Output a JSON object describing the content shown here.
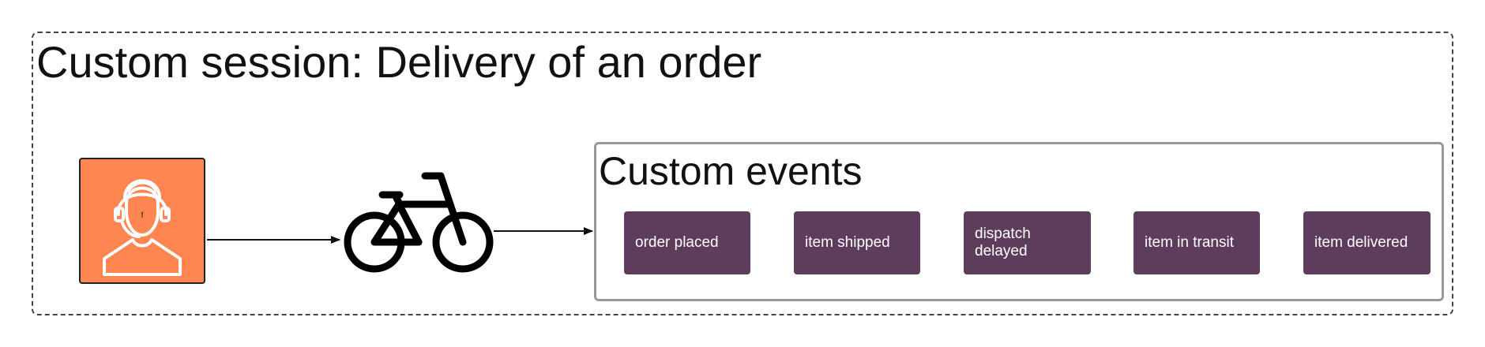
{
  "session": {
    "title": "Custom session: Delivery of an order"
  },
  "actor": {
    "icon": "user-headset-icon",
    "tile_color": "#ff8650"
  },
  "vehicle": {
    "icon": "bicycle-icon"
  },
  "events": {
    "title": "Custom events",
    "chip_color": "#5e3d5c",
    "items": [
      {
        "label": "order placed"
      },
      {
        "label": "item shipped"
      },
      {
        "label": "dispatch delayed"
      },
      {
        "label": "item in transit"
      },
      {
        "label": "item delivered"
      }
    ]
  }
}
